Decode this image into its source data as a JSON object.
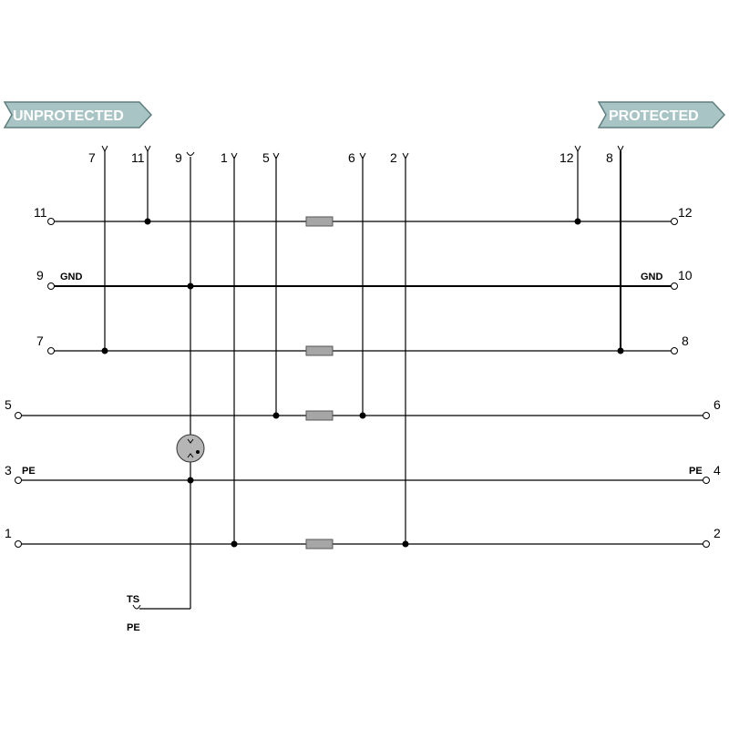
{
  "banners": {
    "left": "UNPROTECTED",
    "right": "PROTECTED"
  },
  "top_pins": [
    "7",
    "11",
    "9",
    "1",
    "5",
    "6",
    "2",
    "12",
    "8"
  ],
  "left_terminals": [
    "11",
    "9",
    "7",
    "5",
    "3",
    "1"
  ],
  "right_terminals": [
    "12",
    "10",
    "8",
    "6",
    "4",
    "2"
  ],
  "line_labels": {
    "gnd_left": "GND",
    "gnd_right": "GND",
    "pe_left": "PE",
    "pe_right": "PE"
  },
  "bottom": {
    "ts": "TS",
    "pe": "PE"
  },
  "colors": {
    "banner_fill": "#a9c4c4",
    "resistor_fill": "#a6a6a6",
    "line": "#000000"
  }
}
